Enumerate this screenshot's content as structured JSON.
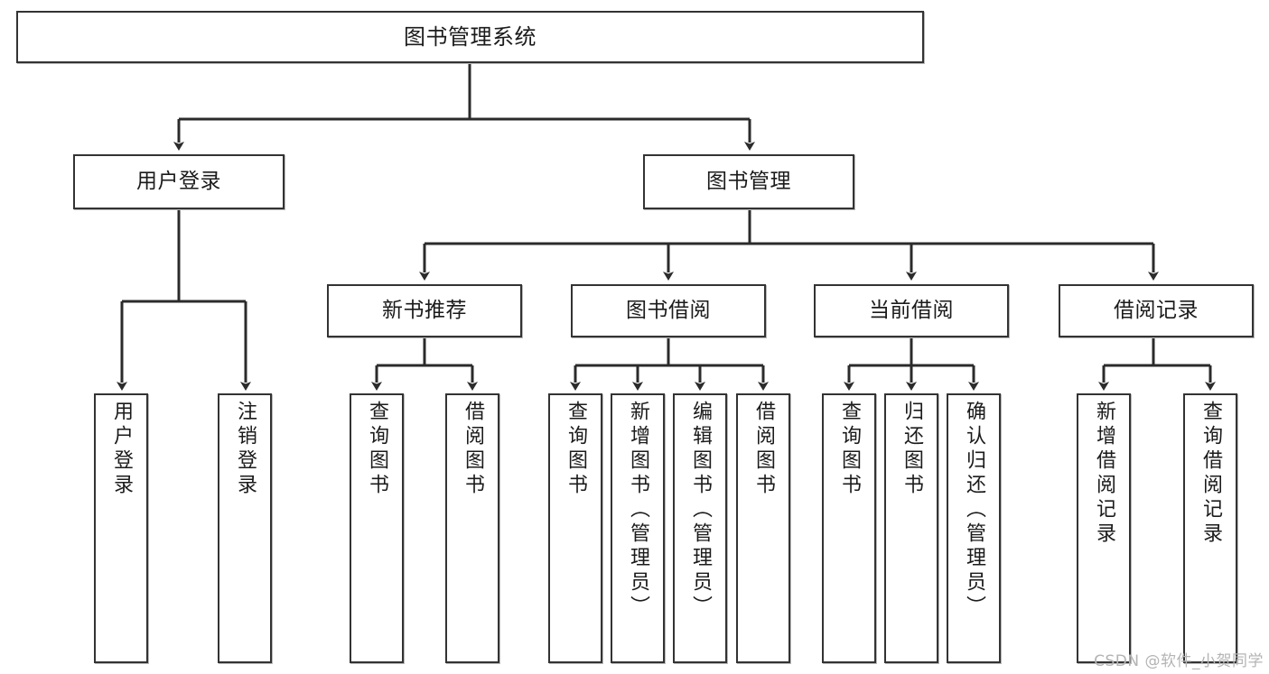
{
  "diagram": {
    "title": "图书管理系统",
    "watermark": "CSDN @软件_小贺同学",
    "colors": {
      "box_border": "#333333",
      "box_fill": "#ffffff",
      "line": "#2b2b2b",
      "text": "#1b1b1b",
      "watermark": "#b4b4b4"
    },
    "levels": {
      "root": {
        "label": "图书管理系统"
      },
      "level2": [
        {
          "label": "用户登录"
        },
        {
          "label": "图书管理"
        }
      ],
      "level3": [
        {
          "label": "新书推荐"
        },
        {
          "label": "图书借阅"
        },
        {
          "label": "当前借阅"
        },
        {
          "label": "借阅记录"
        }
      ],
      "leaves": {
        "user_login": [
          {
            "label": "用户登录"
          },
          {
            "label": "注销登录"
          }
        ],
        "new_book": [
          {
            "label": "查询图书"
          },
          {
            "label": "借阅图书"
          }
        ],
        "book_borrow": [
          {
            "label": "查询图书"
          },
          {
            "label": "新增图书（管理员）"
          },
          {
            "label": "编辑图书（管理员）"
          },
          {
            "label": "借阅图书"
          }
        ],
        "current_borrow": [
          {
            "label": "查询图书"
          },
          {
            "label": "归还图书"
          },
          {
            "label": "确认归还（管理员）"
          }
        ],
        "borrow_record": [
          {
            "label": "新增借阅记录"
          },
          {
            "label": "查询借阅记录"
          }
        ]
      }
    }
  }
}
